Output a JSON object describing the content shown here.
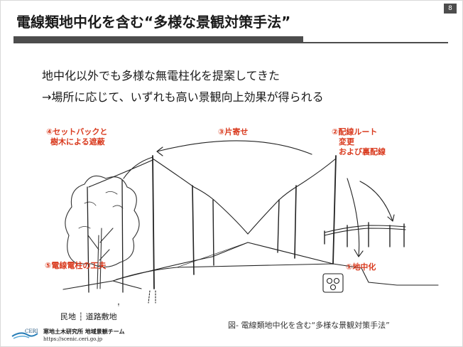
{
  "slide": {
    "page_number": "8",
    "title": "電線類地中化を含む“多様な景観対策手法”",
    "bullets": [
      "地中化以外でも多様な無電柱化を提案してきた",
      "→場所に応じて、いずれも高い景観向上効果が得られる"
    ]
  },
  "figure": {
    "labels": {
      "setback": [
        "④セットバックと",
        "樹木による遮蔽"
      ],
      "katayose": "③片寄せ",
      "route": [
        "②配線ルート",
        "変更",
        "および裏配線"
      ],
      "kufu": "⑤電線電柱の工夫",
      "chichuka": "①地中化"
    },
    "ground_label": "民地 ┆ 道路敷地",
    "caption": "図-  電線類地中化を含む“多様な景観対策手法”"
  },
  "footer": {
    "logo_text": "CERI",
    "organization": "寒地土木研究所 地域景観チーム",
    "url": "https://scenic.ceri.go.jp"
  },
  "colors": {
    "accent_red": "#d93a1e",
    "title_bar": "#4d4d4d"
  }
}
